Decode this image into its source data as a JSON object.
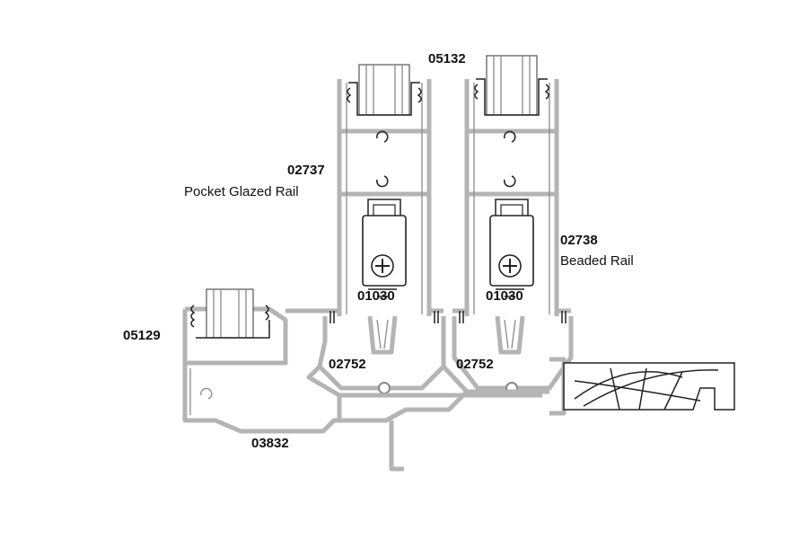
{
  "labels": {
    "profile_05132": "05132",
    "profile_02737": "02737",
    "desc_02737": "Pocket Glazed Rail",
    "profile_02738": "02738",
    "desc_02738": "Beaded Rail",
    "profile_01030_left": "01030",
    "profile_01030_right": "01030",
    "profile_05129": "05129",
    "profile_02752_left": "02752",
    "profile_02752_right": "02752",
    "profile_03832": "03832"
  }
}
